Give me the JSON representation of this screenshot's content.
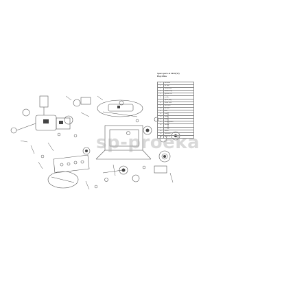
{
  "title": {
    "line1": "Spare parts of 5KW(W)",
    "line2": "Hsp 4.5kw"
  },
  "parts_table": {
    "rows": [
      {
        "no": "1",
        "name": "fuel tank"
      },
      {
        "no": "2",
        "name": "air filter"
      },
      {
        "no": "3",
        "name": "carburettor"
      },
      {
        "no": "4",
        "name": "starter assy"
      },
      {
        "no": "5",
        "name": "ignition coil"
      },
      {
        "no": "6",
        "name": "muffler"
      },
      {
        "no": "7",
        "name": "spark plug"
      },
      {
        "no": "8",
        "name": "crank case"
      },
      {
        "no": "9",
        "name": "fuel cock"
      },
      {
        "no": "10",
        "name": "oil alert"
      },
      {
        "no": "11",
        "name": "AVR"
      },
      {
        "no": "12",
        "name": "rotor"
      },
      {
        "no": "13",
        "name": "stator"
      },
      {
        "no": "14",
        "name": "frame"
      },
      {
        "no": "15",
        "name": "control panel"
      },
      {
        "no": "16",
        "name": "socket"
      },
      {
        "no": "17",
        "name": "breaker"
      },
      {
        "no": "18",
        "name": "switch"
      },
      {
        "no": "19",
        "name": "voltmeter"
      },
      {
        "no": "20",
        "name": "wheel kit"
      }
    ]
  },
  "watermark": "sp-proeka"
}
